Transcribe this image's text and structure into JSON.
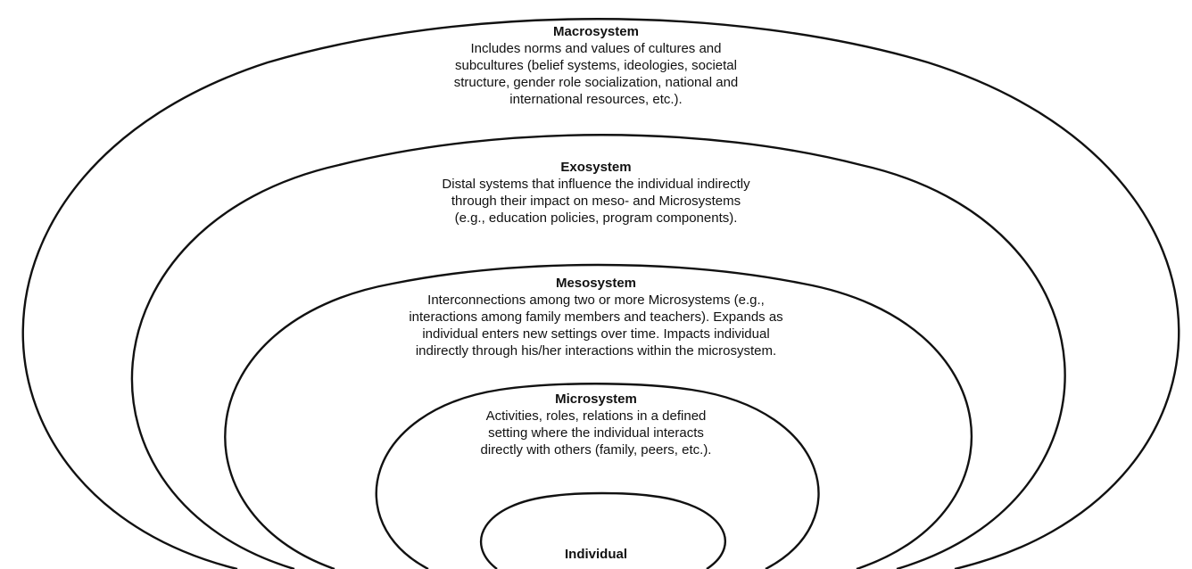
{
  "layers": {
    "macrosystem": {
      "title": "Macrosystem",
      "lines": [
        "Includes norms and values of cultures and",
        "subcultures (belief systems, ideologies, societal",
        "structure, gender role socialization, national and",
        "international resources, etc.)."
      ]
    },
    "exosystem": {
      "title": "Exosystem",
      "lines": [
        "Distal systems that influence the individual indirectly",
        "through their impact on meso- and Microsystems",
        "(e.g., education policies, program components)."
      ]
    },
    "mesosystem": {
      "title": "Mesosystem",
      "lines": [
        "Interconnections among two or more Microsystems (e.g.,",
        "interactions among family members and teachers). Expands as",
        "individual enters new settings over time. Impacts individual",
        "indirectly through his/her interactions within the microsystem."
      ]
    },
    "microsystem": {
      "title": "Microsystem",
      "lines": [
        "Activities, roles, relations in a defined",
        "setting where the individual interacts",
        "directly with others (family, peers, etc.)."
      ]
    },
    "individual": {
      "title": "Individual"
    }
  }
}
